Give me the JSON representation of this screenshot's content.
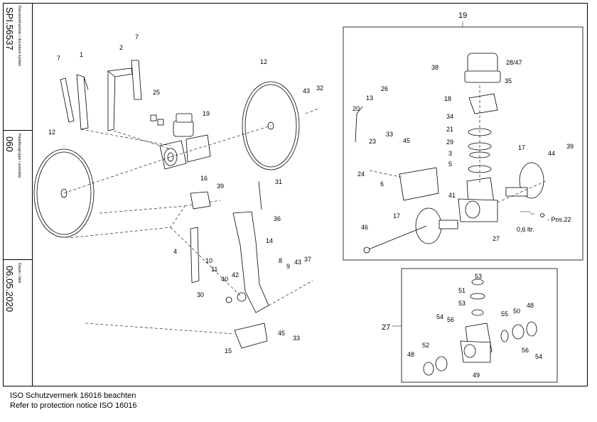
{
  "title_block": {
    "doc_no_label": "Dokumentnummer / document number",
    "doc_no": "SPI.56537",
    "group_label": "Hauptbaugruppe / assembly",
    "group": "060",
    "date_label": "Datum / date",
    "date": "06.05.2020"
  },
  "footer": {
    "line1": "ISO Schutzvermerk 16016 beachten",
    "line2": "Refer to protection notice ISO 16016"
  },
  "callouts": {
    "main": [
      "7",
      "1",
      "2",
      "7",
      "25",
      "19",
      "12",
      "43",
      "32",
      "12",
      "16",
      "39",
      "31",
      "36",
      "14",
      "4",
      "10",
      "8",
      "9",
      "43",
      "37",
      "40",
      "42",
      "11",
      "30",
      "45",
      "33",
      "15"
    ],
    "gearbox": [
      "19",
      "28/47",
      "38",
      "35",
      "26",
      "18",
      "13",
      "20",
      "34",
      "21",
      "33",
      "45",
      "29",
      "23",
      "3",
      "5",
      "17",
      "44",
      "39",
      "24",
      "6",
      "41",
      "17",
      "46",
      "27"
    ],
    "gearbox_note_qty": "0,6 ltr.",
    "gearbox_note_pos": "- Pos.22",
    "detail_27": [
      "27",
      "53",
      "51",
      "53",
      "54",
      "56",
      "55",
      "50",
      "48",
      "48",
      "52",
      "56",
      "54",
      "49"
    ]
  },
  "icons": [
    "disc-icon",
    "gearbox-icon",
    "bracket-icon",
    "drain-icon"
  ]
}
